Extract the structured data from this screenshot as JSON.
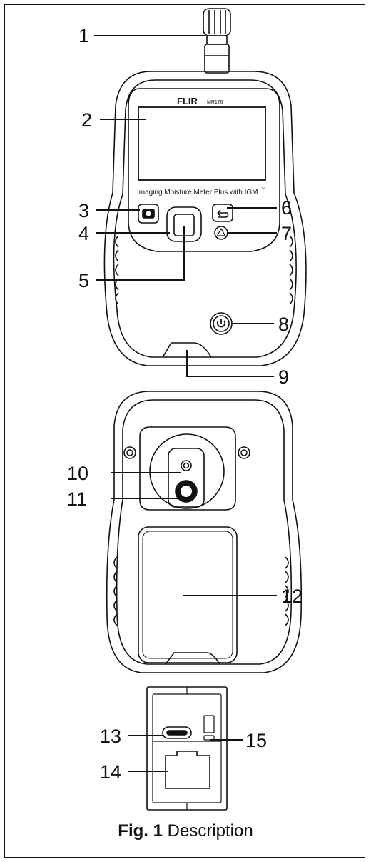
{
  "figure": {
    "brand": "FLIR",
    "model": "MR176",
    "tagline": "Imaging Moisture Meter Plus with IGM",
    "tagline_tm": "™",
    "caption_bold": "Fig. 1",
    "caption_text": " Description"
  },
  "callouts": [
    {
      "id": "1",
      "label": "1"
    },
    {
      "id": "2",
      "label": "2"
    },
    {
      "id": "3",
      "label": "3"
    },
    {
      "id": "4",
      "label": "4"
    },
    {
      "id": "5",
      "label": "5"
    },
    {
      "id": "6",
      "label": "6"
    },
    {
      "id": "7",
      "label": "7"
    },
    {
      "id": "8",
      "label": "8"
    },
    {
      "id": "9",
      "label": "9"
    },
    {
      "id": "10",
      "label": "10"
    },
    {
      "id": "11",
      "label": "11"
    },
    {
      "id": "12",
      "label": "12"
    },
    {
      "id": "13",
      "label": "13"
    },
    {
      "id": "14",
      "label": "14"
    },
    {
      "id": "15",
      "label": "15"
    }
  ]
}
